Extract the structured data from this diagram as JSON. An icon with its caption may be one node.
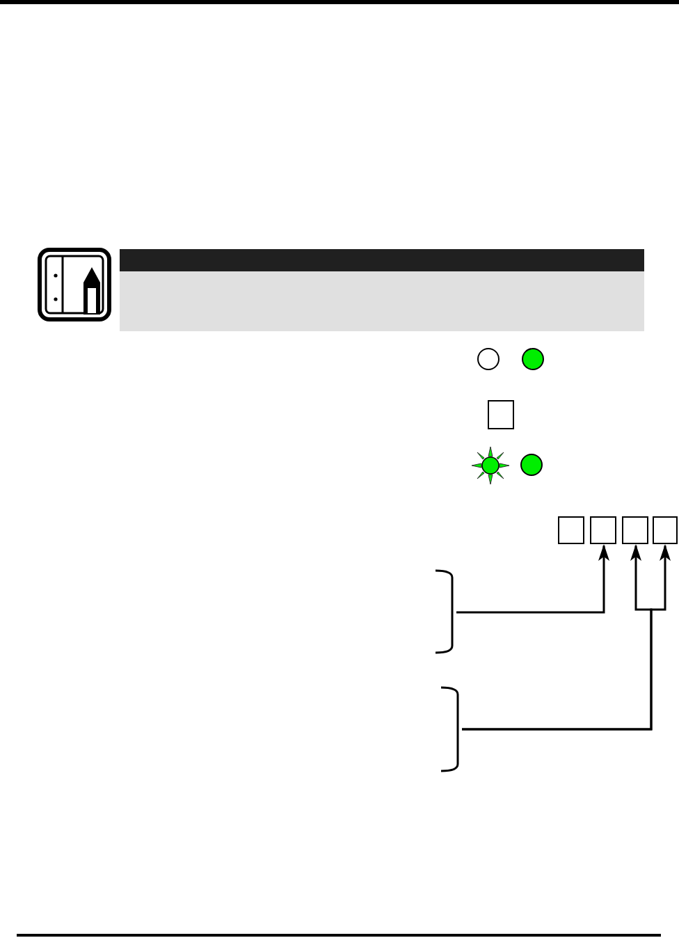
{
  "diagram": {
    "nodes": [
      {
        "text": [],
        "shape": "box"
      },
      {
        "text": [],
        "shape": "box"
      },
      {
        "text": [],
        "shape": "box"
      },
      {
        "text": [],
        "shape": "box"
      },
      {
        "text": [],
        "shape": "bracket"
      },
      {
        "text": [],
        "shape": "bracket"
      }
    ],
    "edges": [
      {
        "from": 4,
        "to": 1,
        "arrow": "to"
      },
      {
        "from": 5,
        "to": 2,
        "arrow": "to"
      },
      {
        "from": 5,
        "to": 3,
        "arrow": "to"
      }
    ]
  }
}
